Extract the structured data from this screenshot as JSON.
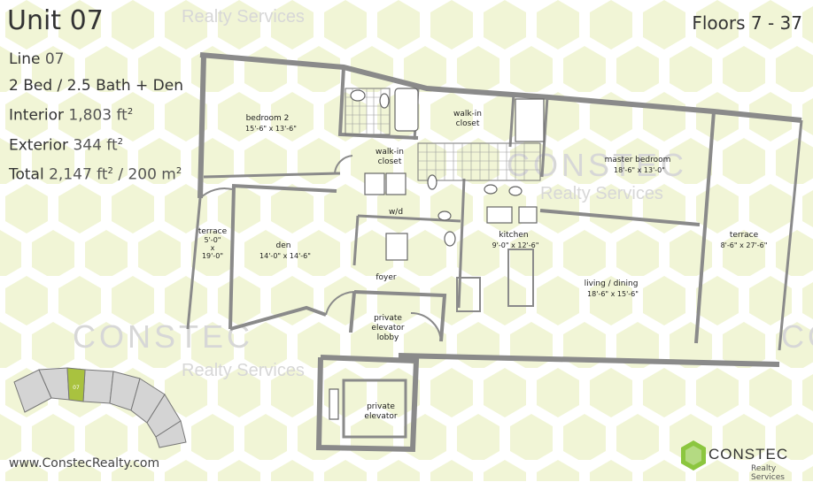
{
  "header": {
    "unit_title": "Unit 07",
    "floors": "Floors 7 - 37"
  },
  "info": {
    "line_label": "Line",
    "line_value": "07",
    "beds_baths": "2 Bed / 2.5 Bath + Den",
    "interior_label": "Interior",
    "interior_value": "1,803 ft",
    "exterior_label": "Exterior",
    "exterior_value": "344 ft",
    "total_label": "Total",
    "total_value_ft": "2,147 ft",
    "total_value_m": "/ 200 m",
    "sup2": "2"
  },
  "watermarks": {
    "realty_services": "Realty Services",
    "constec": "CONSTEC"
  },
  "rooms": {
    "bedroom2_name": "bedroom 2",
    "bedroom2_dim": "15'-6\" x 13'-6\"",
    "walkin_closet_1": "walk-in",
    "walkin_closet_2": "closet",
    "master_name": "master bedroom",
    "master_dim": "18'-6\" x 13'-0\"",
    "terrace_left_name": "terrace",
    "terrace_left_dim1": "5'-0\"",
    "terrace_left_x": "x",
    "terrace_left_dim2": "19'-0\"",
    "den_name": "den",
    "den_dim": "14'-0\" x 14'-6\"",
    "wd": "w/d",
    "kitchen_name": "kitchen",
    "kitchen_dim": "9'-0\" x 12'-6\"",
    "terrace_right_name": "terrace",
    "terrace_right_dim": "8'-6\" x 27'-6\"",
    "foyer": "foyer",
    "living_name": "living / dining",
    "living_dim": "18'-6\" x 15'-6\"",
    "lobby_1": "private",
    "lobby_2": "elevator",
    "lobby_3": "lobby",
    "elevator_1": "private",
    "elevator_2": "elevator"
  },
  "keyplan": {
    "unit_label": "07"
  },
  "footer": {
    "website": "www.ConstecRealty.com",
    "logo_name": "CONSTEC",
    "logo_sub": "Realty Services"
  },
  "colors": {
    "accent_green": "#a9c23f",
    "hex_bg": "#f3f6dc",
    "wall": "#8a8a8a",
    "logo_green": "#8cc63f"
  }
}
